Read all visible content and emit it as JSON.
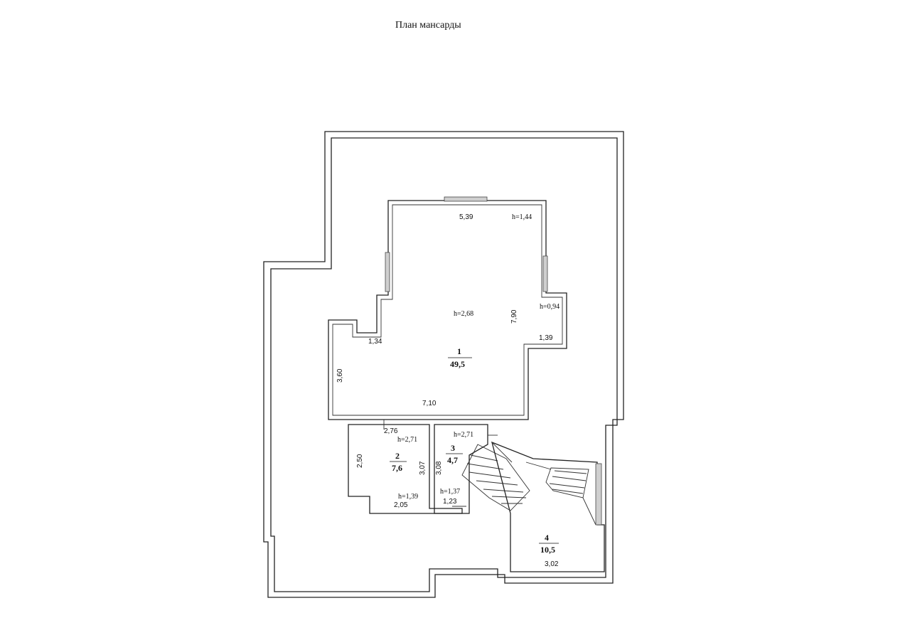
{
  "title": "План мансарды",
  "rooms": [
    {
      "number": "1",
      "area": "49,5"
    },
    {
      "number": "2",
      "area": "7,6"
    },
    {
      "number": "3",
      "area": "4,7"
    },
    {
      "number": "4",
      "area": "10,5"
    }
  ],
  "dimensions": {
    "d539": "5,39",
    "d790": "7,90",
    "d134": "1,34",
    "d139": "1,39",
    "d360": "3,60",
    "d710": "7,10",
    "d276": "2,76",
    "d250": "2,50",
    "d307": "3,07",
    "d308": "3,08",
    "d205": "2,05",
    "d123": "1,23",
    "d302": "3,02"
  },
  "heights": {
    "h144": "h=1,44",
    "h268": "h=2,68",
    "h094": "h=0,94",
    "h271a": "h=2,71",
    "h271b": "h=2,71",
    "h139": "h=1,39",
    "h137": "h=1,37"
  }
}
